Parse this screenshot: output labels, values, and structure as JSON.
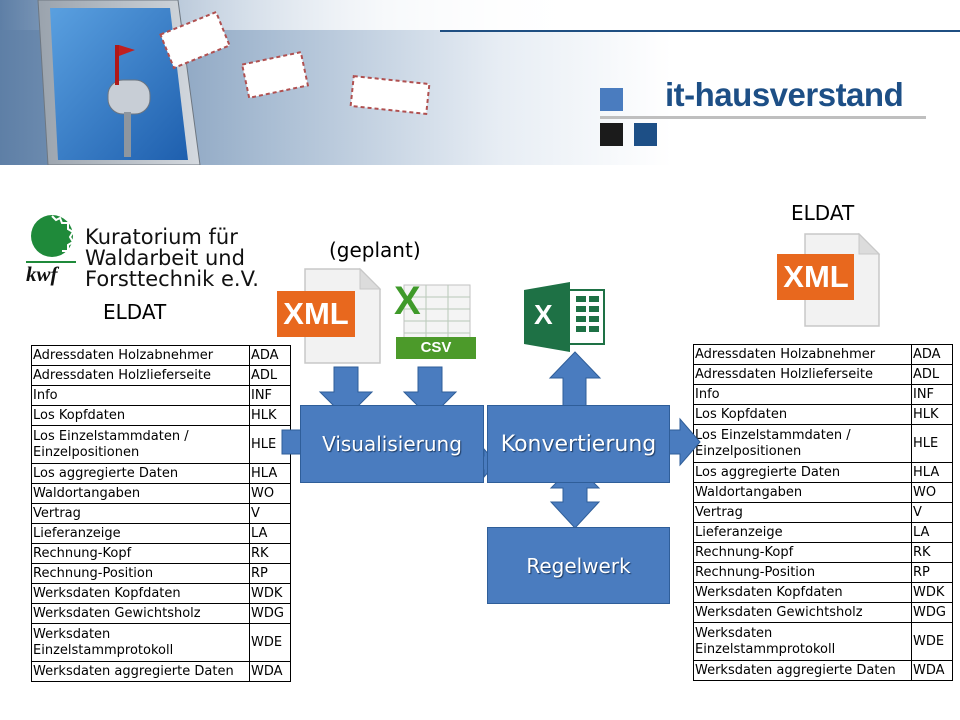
{
  "header": {
    "brand": "it-hausverstand",
    "brand_color": "#1d4f86"
  },
  "left": {
    "org_name_line1": "Kuratorium für",
    "org_name_line2": "Waldarbeit und",
    "org_name_line3": "Forsttechnik e.V.",
    "org_logo_letters": "kwf",
    "eldat_label": "ELDAT"
  },
  "center": {
    "planned_label": "(geplant)",
    "xml_label": "XML",
    "csv_label": "CSV",
    "excel_letter": "X",
    "visualisierung": "Visualisierung",
    "konvertierung": "Konvertierung",
    "regelwerk": "Regelwerk",
    "box_color": "#4a7cbf"
  },
  "right": {
    "eldat_label": "ELDAT",
    "xml_label": "XML"
  },
  "table_rows": [
    {
      "name": "Adressdaten Holzabnehmer",
      "code": "ADA"
    },
    {
      "name": "Adressdaten Holzlieferseite",
      "code": "ADL"
    },
    {
      "name": "Info",
      "code": "INF"
    },
    {
      "name": "Los Kopfdaten",
      "code": "HLK"
    },
    {
      "name": "Los Einzelstammdaten / Einzelpositionen",
      "code": "HLE"
    },
    {
      "name": "Los aggregierte Daten",
      "code": "HLA"
    },
    {
      "name": "Waldortangaben",
      "code": "WO"
    },
    {
      "name": "Vertrag",
      "code": "V"
    },
    {
      "name": "Lieferanzeige",
      "code": "LA"
    },
    {
      "name": "Rechnung-Kopf",
      "code": "RK"
    },
    {
      "name": "Rechnung-Position",
      "code": "RP"
    },
    {
      "name": "Werksdaten Kopfdaten",
      "code": "WDK"
    },
    {
      "name": "Werksdaten Gewichtsholz",
      "code": "WDG"
    },
    {
      "name": "Werksdaten Einzelstammprotokoll",
      "code": "WDE"
    },
    {
      "name": "Werksdaten aggregierte Daten",
      "code": "WDA"
    }
  ]
}
